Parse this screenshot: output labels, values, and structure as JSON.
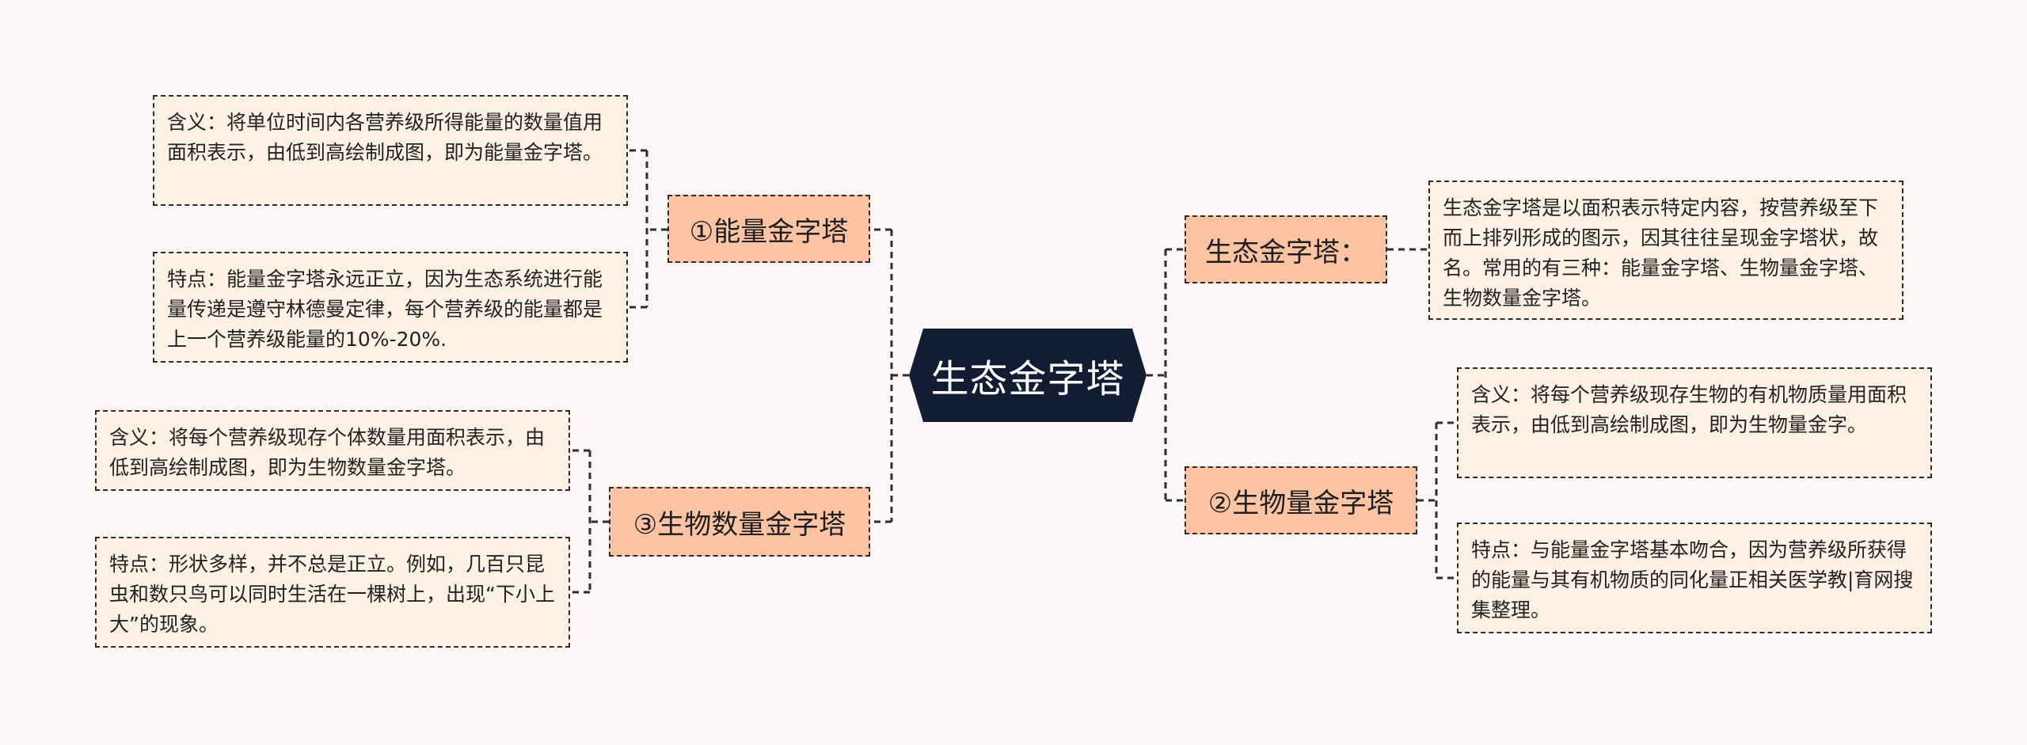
{
  "center": {
    "label": "生态金字塔"
  },
  "colors": {
    "background": "#fcf8f7",
    "center_fill": "#121d33",
    "branch_fill": "#fdc4a3",
    "leaf_fill": "#fdf0e4",
    "line": "#2c2c2c"
  },
  "branches": {
    "energy": {
      "label": "①能量金字塔",
      "meaning": "含义：将单位时间内各营养级所得能量的数量值用面积表示，由低到高绘制成图，即为能量金字塔。",
      "feature": "特点：能量金字塔永远正立，因为生态系统进行能量传递是遵守林德曼定律，每个营养级的能量都是上一个营养级能量的10%-20%."
    },
    "number": {
      "label": "③生物数量金字塔",
      "meaning": "含义：将每个营养级现存个体数量用面积表示，由低到高绘制成图，即为生物数量金字塔。",
      "feature": "特点：形状多样，并不总是正立。例如，几百只昆虫和数只鸟可以同时生活在一棵树上，出现“下小上大”的现象。"
    },
    "definition": {
      "label": "生态金字塔：",
      "text": "生态金字塔是以面积表示特定内容，按营养级至下而上排列形成的图示，因其往往呈现金字塔状，故名。常用的有三种：能量金字塔、生物量金字塔、生物数量金字塔。"
    },
    "biomass": {
      "label": "②生物量金字塔",
      "meaning": "含义：将每个营养级现存生物的有机物质量用面积表示，由低到高绘制成图，即为生物量金字。",
      "feature": "特点：与能量金字塔基本吻合，因为营养级所获得的能量与其有机物质的同化量正相关医学教|育网搜集整理。"
    }
  }
}
